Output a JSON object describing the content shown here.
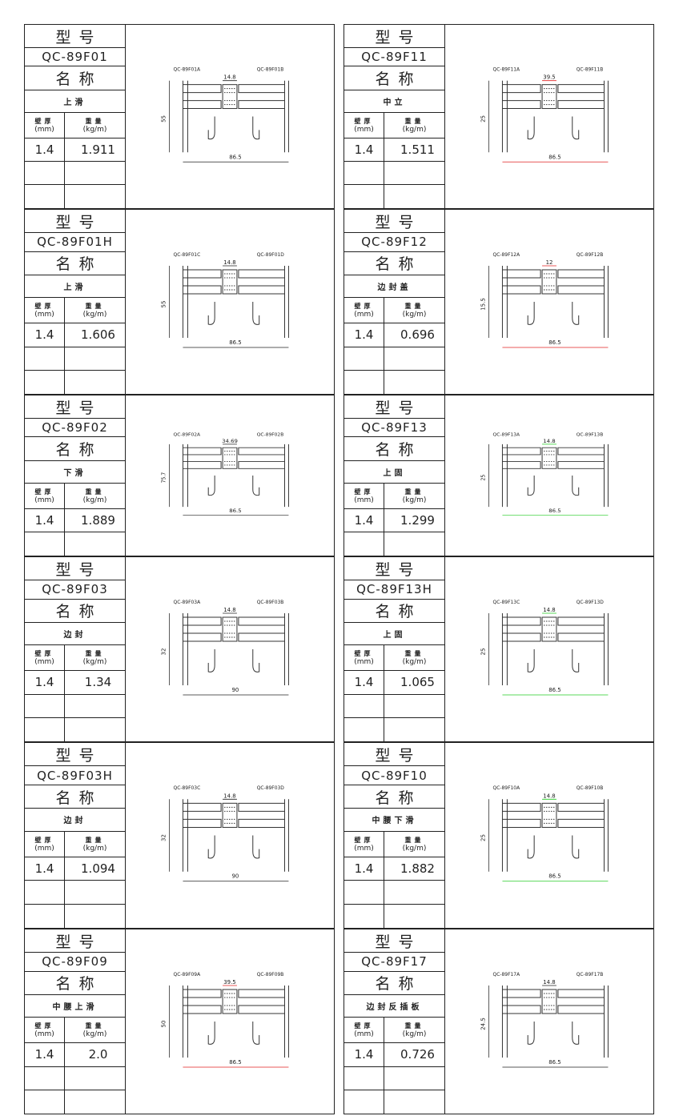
{
  "labels": {
    "model": "型号",
    "name": "名称",
    "thickness": "壁厚",
    "thickness_unit": "(mm)",
    "weight": "重量",
    "weight_unit": "(kg/m)"
  },
  "cards": [
    {
      "code": "QC-89F01",
      "name": "上滑",
      "thickness": "1.4",
      "weight": "1.911",
      "part_a": "QC-89F01A",
      "part_b": "QC-89F01B",
      "gap": "14.8",
      "height": "55",
      "width": "86.5",
      "accent": "#222222"
    },
    {
      "code": "QC-89F11",
      "name": "中立",
      "thickness": "1.4",
      "weight": "1.511",
      "part_a": "QC-89F11A",
      "part_b": "QC-89F11B",
      "gap": "39.5",
      "height": "25",
      "width": "86.5",
      "accent": "#e02020"
    },
    {
      "code": "QC-89F01H",
      "name": "上滑",
      "thickness": "1.4",
      "weight": "1.606",
      "part_a": "QC-89F01C",
      "part_b": "QC-89F01D",
      "gap": "14.8",
      "height": "55",
      "width": "86.5",
      "accent": "#222222"
    },
    {
      "code": "QC-89F12",
      "name": "边封盖",
      "thickness": "1.4",
      "weight": "0.696",
      "part_a": "QC-89F12A",
      "part_b": "QC-89F12B",
      "gap": "12",
      "height": "15.5",
      "width": "86.5",
      "accent": "#e02020"
    },
    {
      "code": "QC-89F02",
      "name": "下滑",
      "thickness": "1.4",
      "weight": "1.889",
      "part_a": "QC-89F02A",
      "part_b": "QC-89F02B",
      "gap": "34.69",
      "height": "75.7",
      "width": "86.5",
      "accent": "#222222"
    },
    {
      "code": "QC-89F13",
      "name": "上固",
      "thickness": "1.4",
      "weight": "1.299",
      "part_a": "QC-89F13A",
      "part_b": "QC-89F13B",
      "gap": "14.8",
      "height": "25",
      "width": "86.5",
      "accent": "#22cc22"
    },
    {
      "code": "QC-89F03",
      "name": "边封",
      "thickness": "1.4",
      "weight": "1.34",
      "part_a": "QC-89F03A",
      "part_b": "QC-89F03B",
      "gap": "14.8",
      "height": "32",
      "width": "90",
      "accent": "#222222"
    },
    {
      "code": "QC-89F13H",
      "name": "上固",
      "thickness": "1.4",
      "weight": "1.065",
      "part_a": "QC-89F13C",
      "part_b": "QC-89F13D",
      "gap": "14.8",
      "height": "25",
      "width": "86.5",
      "accent": "#22cc22"
    },
    {
      "code": "QC-89F03H",
      "name": "边封",
      "thickness": "1.4",
      "weight": "1.094",
      "part_a": "QC-89F03C",
      "part_b": "QC-89F03D",
      "gap": "14.8",
      "height": "32",
      "width": "90",
      "accent": "#222222"
    },
    {
      "code": "QC-89F10",
      "name": "中腰下滑",
      "thickness": "1.4",
      "weight": "1.882",
      "part_a": "QC-89F10A",
      "part_b": "QC-89F10B",
      "gap": "14.8",
      "height": "25",
      "width": "86.5",
      "accent": "#22cc22"
    },
    {
      "code": "QC-89F09",
      "name": "中腰上滑",
      "thickness": "1.4",
      "weight": "2.0",
      "part_a": "QC-89F09A",
      "part_b": "QC-89F09B",
      "gap": "39.5",
      "height": "50",
      "width": "86.5",
      "accent": "#e02020"
    },
    {
      "code": "QC-89F17",
      "name": "边封反插板",
      "thickness": "1.4",
      "weight": "0.726",
      "part_a": "QC-89F17A",
      "part_b": "QC-89F17B",
      "gap": "14.8",
      "height": "24.5",
      "width": "86.5",
      "accent": "#222222"
    }
  ]
}
